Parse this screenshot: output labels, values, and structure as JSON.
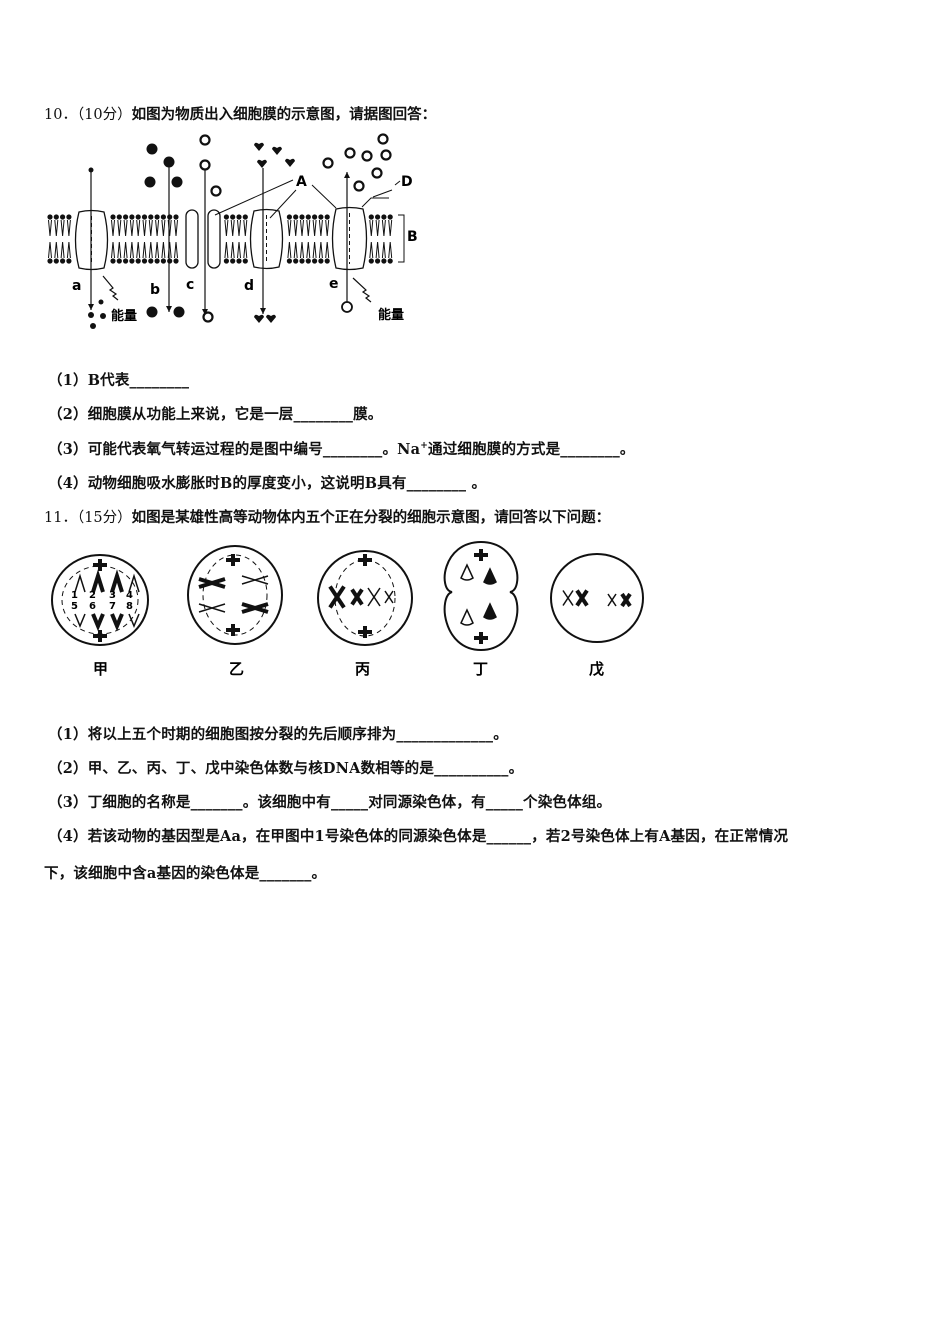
{
  "q10": {
    "number": "10．",
    "score": "（10分）",
    "stem": "如图为物质出入细胞膜的示意图，请据图回答：",
    "figure_labels": {
      "a": "a",
      "b": "b",
      "c": "c",
      "d": "d",
      "e": "e",
      "A": "A",
      "B": "B",
      "D": "D",
      "energy1": "能量",
      "energy2": "能量"
    },
    "sub": [
      "（1）B代表________",
      "（2）细胞膜从功能上来说，它是一层________膜。",
      "（3）可能代表氧气转运过程的是图中编号________。Na",
      "（4）动物细胞吸水膨胀时B的厚度变小，这说明B具有________ 。"
    ],
    "sub3_sup": "+",
    "sub3_tail": "通过细胞膜的方式是________。"
  },
  "q11": {
    "number": "11．",
    "score": "（15分）",
    "stem": "如图是某雄性高等动物体内五个正在分裂的细胞示意图，请回答以下问题：",
    "cell_labels": [
      "甲",
      "乙",
      "丙",
      "丁",
      "戊"
    ],
    "chromosome_numbers": [
      "1",
      "2",
      "3",
      "4",
      "5",
      "6",
      "7",
      "8"
    ],
    "sub": [
      "（1）将以上五个时期的细胞图按分裂的先后顺序排为_____________。",
      "（2）甲、乙、丙、丁、戊中染色体数与核DNA数相等的是__________。",
      "（3）丁细胞的名称是_______。该细胞中有_____对同源染色体，有_____个染色体组。",
      "（4）若该动物的基因型是Aa，在甲图中1号染色体的同源染色体是______，若2号染色体上有A基因，在正常情况",
      "下，该细胞中含a基因的染色体是_______。"
    ]
  }
}
